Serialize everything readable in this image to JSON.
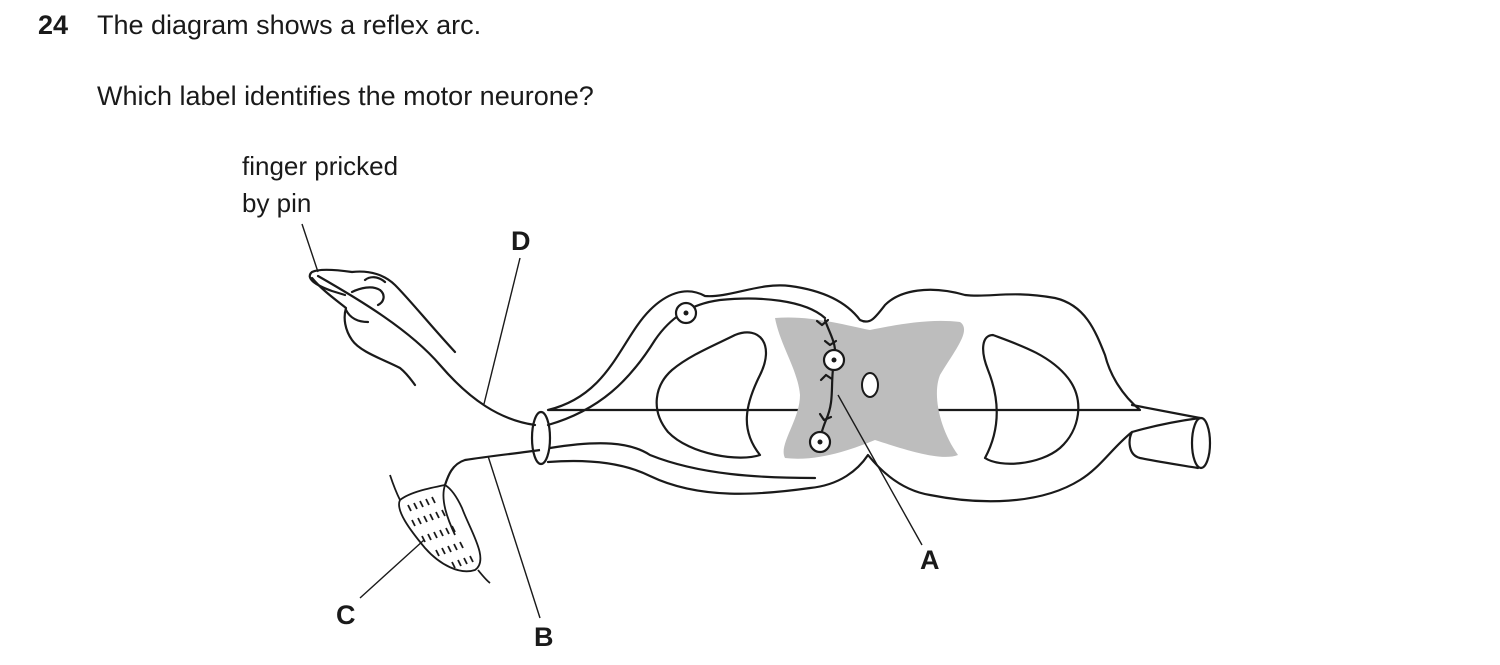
{
  "question": {
    "number": "24",
    "stem": "The diagram shows a reflex arc.",
    "prompt": "Which label identifies the motor neurone?"
  },
  "diagram": {
    "annotation_line1": "finger pricked",
    "annotation_line2": "by pin",
    "labels": {
      "A": "A",
      "B": "B",
      "C": "C",
      "D": "D"
    },
    "colors": {
      "line": "#1a1a1a",
      "grey_matter": "#bdbdbd"
    }
  }
}
